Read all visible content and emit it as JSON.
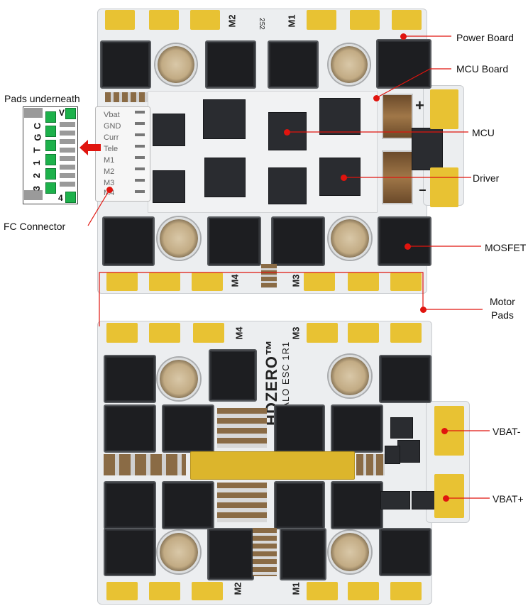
{
  "labels": {
    "pads_underneath": "Pads underneath",
    "fc_connector": "FC Connector",
    "power_board": "Power Board",
    "mcu_board": "MCU Board",
    "mcu": "MCU",
    "driver": "Driver",
    "mosfet": "MOSFET",
    "motor_pads_1": "Motor",
    "motor_pads_2": "Pads",
    "vbat_minus": "VBAT-",
    "vbat_plus": "VBAT+"
  },
  "pad_diagram": {
    "left_labels": [
      "C",
      "G",
      "T",
      "1",
      "2",
      "3"
    ],
    "top_right": "V",
    "bottom_right": "4"
  },
  "connector_pins": [
    "Vbat",
    "GND",
    "Curr",
    "Tele",
    "M1",
    "M2",
    "M3",
    "M4"
  ],
  "silkscreen": {
    "top_m2": "M2",
    "top_m1": "M1",
    "top_code": "252",
    "mid_m4": "M4",
    "mid_m3": "M3",
    "lower_m4": "M4",
    "lower_m3": "M3",
    "brand": "HDZERO™",
    "product": "HALO ESC 1R1",
    "bottom_m2": "M2",
    "bottom_m1": "M1",
    "plus": "+",
    "minus": "−"
  },
  "colors": {
    "annotation_red": "#e0140e",
    "pad_gold": "#e8c233",
    "pad_green": "#1db14b"
  }
}
